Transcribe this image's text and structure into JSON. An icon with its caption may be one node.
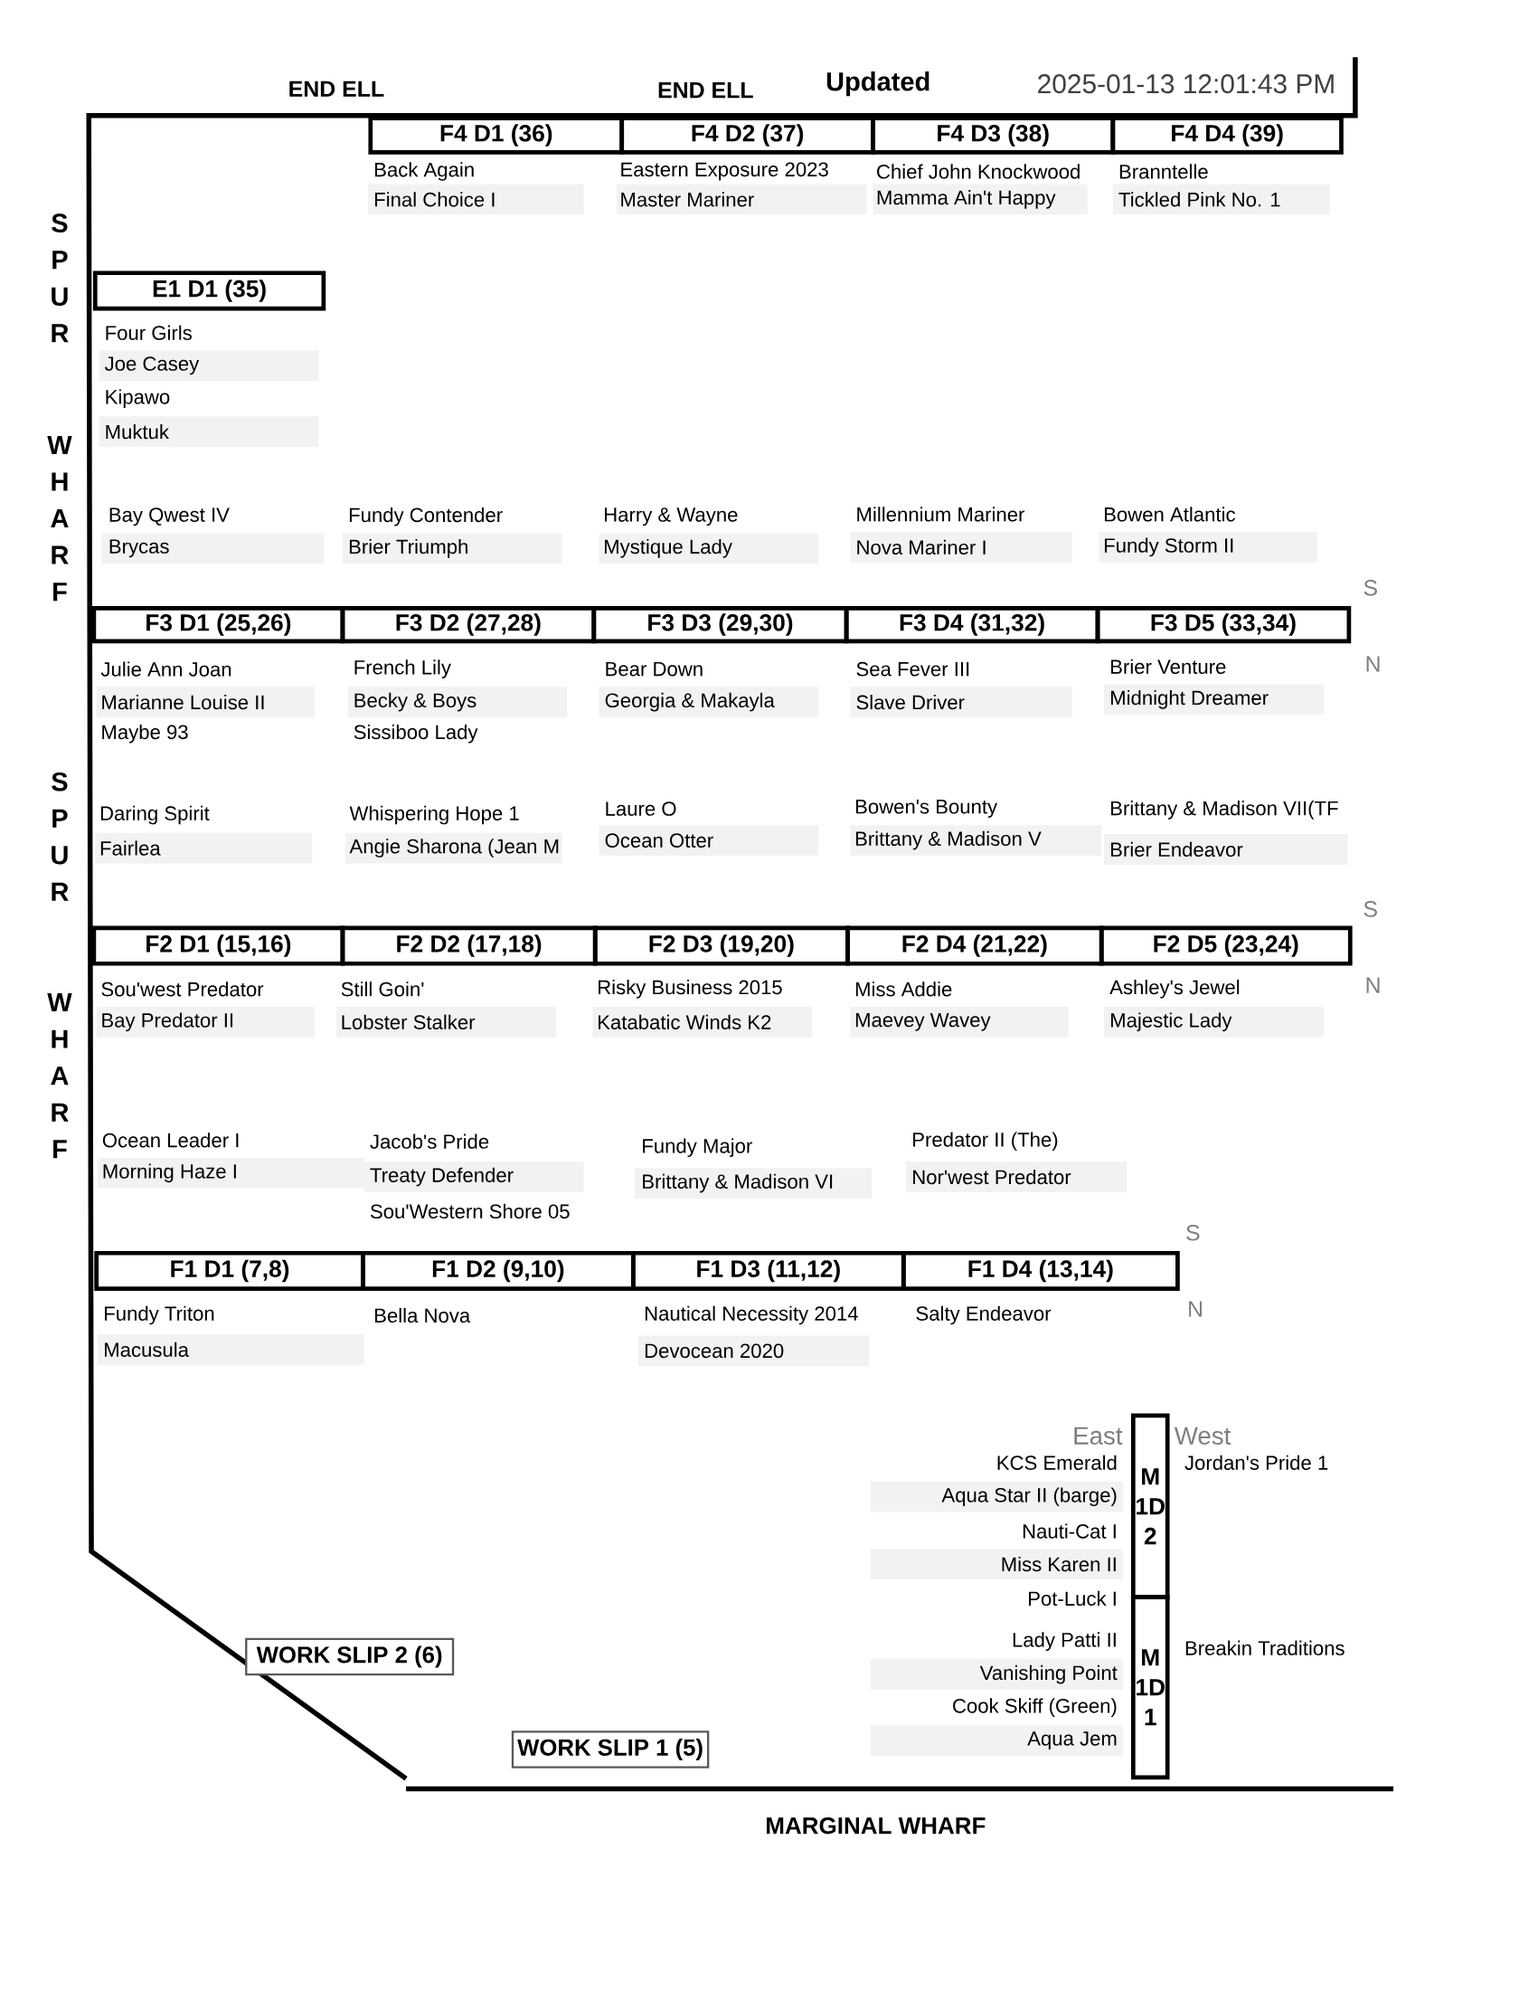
{
  "diagram": {
    "nodes": [
      {
        "text": [
          "F4 D1 (36)"
        ],
        "beside": [
          "Back Again",
          "Final Choice I"
        ]
      },
      {
        "text": [
          "F4 D2 (37)"
        ],
        "beside": [
          "Eastern Exposure 2023",
          "Master Mariner"
        ]
      },
      {
        "text": [
          "F4 D3 (38)"
        ],
        "beside": [
          "Chief John Knockwood",
          "Mamma Ain't Happy"
        ]
      },
      {
        "text": [
          "F4 D4 (39)"
        ],
        "beside": [
          "Branntelle",
          "Tickled Pink No. 1"
        ]
      },
      {
        "text": [
          "E1 D1 (35)"
        ],
        "beside": [
          "Four Girls",
          "Joe Casey",
          "Kipawo",
          "Muktuk"
        ]
      },
      {
        "text": [
          "F3 D1 (25,26)"
        ],
        "beside": [
          "Bay Qwest IV",
          "Brycas",
          "Julie Ann Joan",
          "Marianne Louise II",
          "Maybe 93"
        ]
      },
      {
        "text": [
          "F3 D2 (27,28)"
        ],
        "beside": [
          "Fundy Contender",
          "Brier Triumph",
          "French Lily",
          "Becky & Boys",
          "Sissiboo Lady"
        ]
      },
      {
        "text": [
          "F3 D3 (29,30)"
        ],
        "beside": [
          "Harry & Wayne",
          "Mystique Lady",
          "Bear Down",
          "Georgia & Makayla"
        ]
      },
      {
        "text": [
          "F3 D4 (31,32)"
        ],
        "beside": [
          "Millennium Mariner",
          "Nova Mariner I",
          "Sea Fever III",
          "Slave Driver"
        ]
      },
      {
        "text": [
          "F3 D5 (33,34)"
        ],
        "beside": [
          "Bowen Atlantic",
          "Fundy Storm II",
          "Brier Venture",
          "Midnight Dreamer"
        ]
      },
      {
        "text": [
          "F2 D1 (15,16)"
        ],
        "beside": [
          "Daring Spirit",
          "Fairlea",
          "Sou'west Predator",
          "Bay Predator II"
        ]
      },
      {
        "text": [
          "F2 D2 (17,18)"
        ],
        "beside": [
          "Whispering Hope 1",
          "Angie Sharona (Jean M",
          "Still Goin'",
          "Lobster Stalker"
        ]
      },
      {
        "text": [
          "F2 D3 (19,20)"
        ],
        "beside": [
          "Laure O",
          "Ocean Otter",
          "Risky Business 2015",
          "Katabatic Winds K2"
        ]
      },
      {
        "text": [
          "F2 D4 (21,22)"
        ],
        "beside": [
          "Bowen's Bounty",
          "Brittany & Madison V",
          "Miss Addie",
          "Maevey Wavey"
        ]
      },
      {
        "text": [
          "F2 D5 (23,24)"
        ],
        "beside": [
          "Brittany & Madison VII(TF",
          "Brier Endeavor",
          "Ashley's Jewel",
          "Majestic Lady"
        ]
      },
      {
        "text": [
          "F1 D1 (7,8)"
        ],
        "beside": [
          "Ocean Leader I",
          "Morning Haze I",
          "Fundy Triton",
          "Macusula"
        ]
      },
      {
        "text": [
          "F1 D2 (9,10)"
        ],
        "beside": [
          "Jacob's Pride",
          "Treaty Defender",
          "Sou'Western Shore 05",
          "Bella Nova"
        ]
      },
      {
        "text": [
          "F1 D3 (11,12)"
        ],
        "beside": [
          "Fundy Major",
          "Brittany & Madison VI",
          "Nautical Necessity 2014",
          "Devocean 2020"
        ]
      },
      {
        "text": [
          "F1 D4 (13,14)"
        ],
        "beside": [
          "Predator II (The)",
          "Nor'west Predator",
          "Salty Endeavor"
        ]
      },
      {
        "text": [
          "M 1D 2"
        ],
        "beside": [
          "KCS Emerald",
          "Aqua Star II (barge)",
          "Nauti-Cat I",
          "Miss Karen II",
          "Pot-Luck I",
          "Jordan's Pride 1"
        ]
      },
      {
        "text": [
          "M 1D 1"
        ],
        "beside": [
          "Lady Patti II",
          "Vanishing Point",
          "Cook Skiff (Green)",
          "Aqua Jem",
          "Breakin Traditions"
        ]
      },
      {
        "text": [
          "WORK SLIP 2 (6)"
        ]
      },
      {
        "text": [
          "WORK SLIP 1 (5)"
        ]
      }
    ],
    "labels": [
      "END ELL",
      "END ELL",
      "Updated",
      "2025-01-13 12:01:43 PM",
      "SPUR",
      "WHARF",
      "S",
      "N",
      "SPUR",
      "S",
      "N",
      "WHARF",
      "S",
      "N",
      "East",
      "West",
      "MARGINAL WHARF"
    ]
  }
}
